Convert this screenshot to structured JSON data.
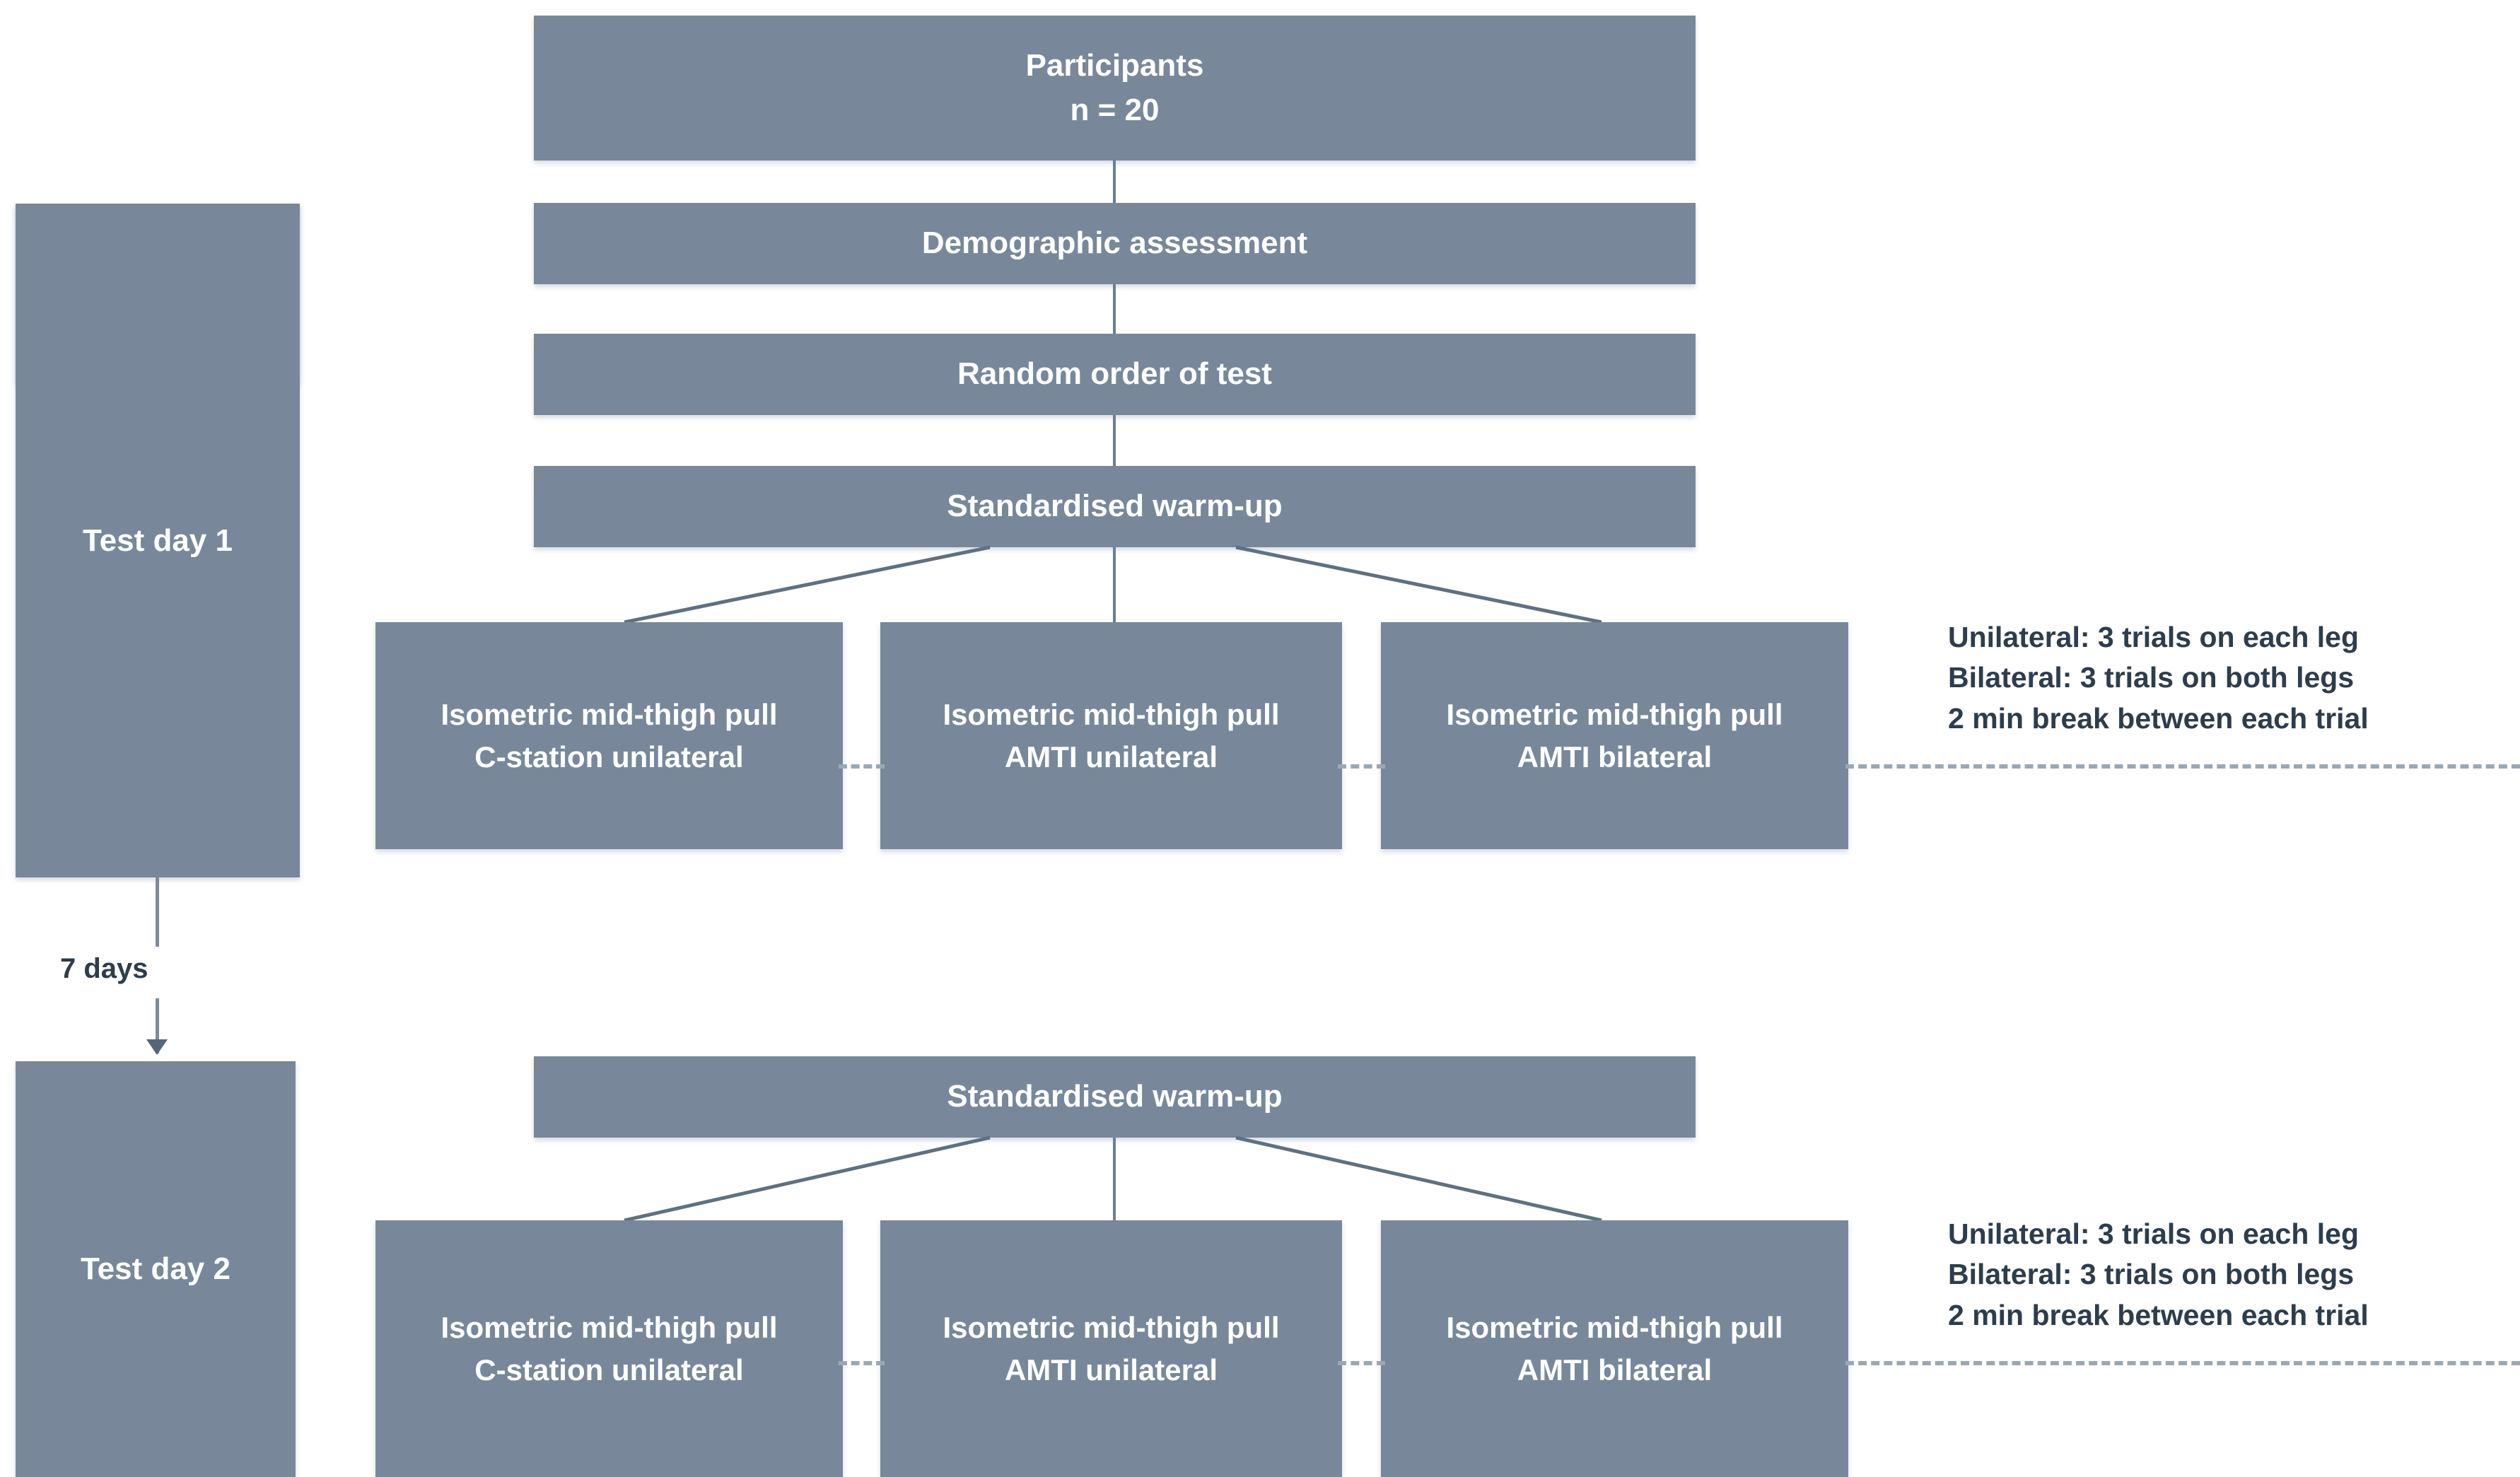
{
  "colors": {
    "node_fill": "#78889a",
    "node_text": "#ffffff",
    "dark_text": "#2e3d4d",
    "connector": "#5e7183",
    "dashed": "#9aa8b6",
    "background": "#ffffff"
  },
  "day1": {
    "rail_label": "Test day 1",
    "nodes": {
      "participants": {
        "line1": "Participants",
        "line2": "n = 20"
      },
      "demographic": {
        "line1": "Demographic assessment"
      },
      "random_order": {
        "line1": "Random order of test"
      },
      "warmup": {
        "line1": "Standardised warm-up"
      },
      "test_a": {
        "line1": "Isometric mid-thigh pull",
        "line2": "C-station unilateral"
      },
      "test_b": {
        "line1": "Isometric mid-thigh pull",
        "line2": "AMTI unilateral"
      },
      "test_c": {
        "line1": "Isometric mid-thigh pull",
        "line2": "AMTI bilateral"
      }
    },
    "notes": {
      "line1": "Unilateral: 3 trials on each leg",
      "line2": "Bilateral: 3 trials on both legs",
      "line3": "2 min break between each trial"
    }
  },
  "interval": {
    "label": "7 days"
  },
  "day2": {
    "rail_label": "Test day 2",
    "nodes": {
      "warmup": {
        "line1": "Standardised warm-up"
      },
      "test_a": {
        "line1": "Isometric mid-thigh pull",
        "line2": "C-station unilateral"
      },
      "test_b": {
        "line1": "Isometric mid-thigh pull",
        "line2": "AMTI unilateral"
      },
      "test_c": {
        "line1": "Isometric mid-thigh pull",
        "line2": "AMTI bilateral"
      }
    },
    "notes": {
      "line1": "Unilateral: 3 trials on each leg",
      "line2": "Bilateral: 3 trials on both legs",
      "line3": "2 min break between each trial"
    }
  }
}
